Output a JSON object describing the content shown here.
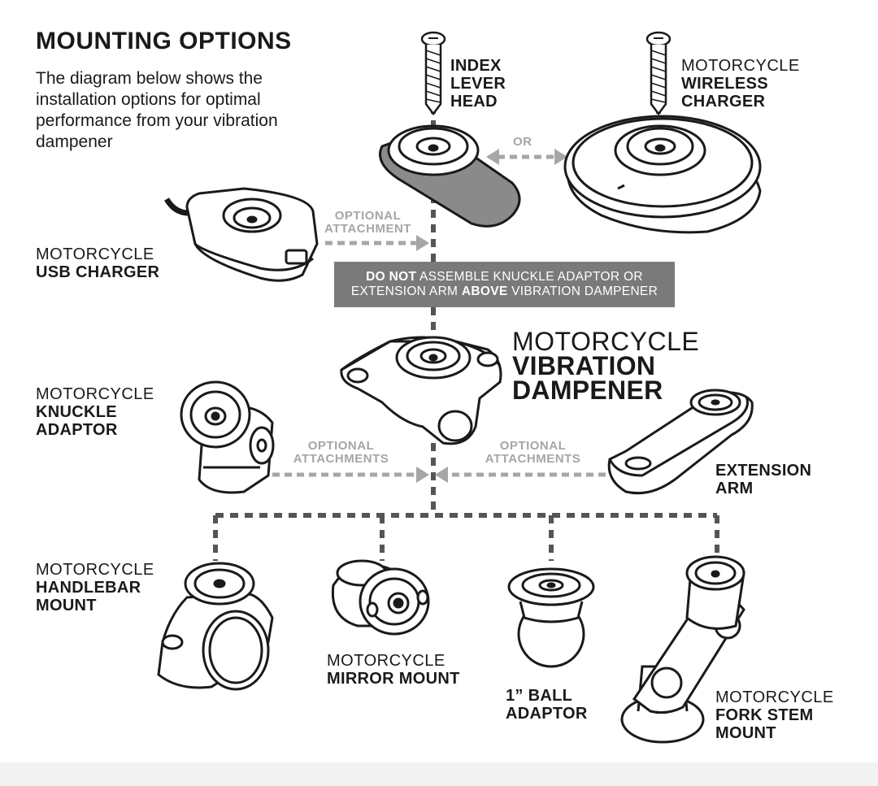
{
  "title": "MOUNTING OPTIONS",
  "intro": "The diagram below shows the installation options for optimal performance from your vibration dampener",
  "labels": {
    "index_lever_head": {
      "line1": "INDEX",
      "line2": "LEVER",
      "line3": "HEAD"
    },
    "wireless_charger": {
      "light": "MOTORCYCLE",
      "bold1": "WIRELESS",
      "bold2": "CHARGER"
    },
    "usb_charger": {
      "light": "MOTORCYCLE",
      "bold": "USB CHARGER"
    },
    "vibration_dampener": {
      "light": "MOTORCYCLE",
      "bold1": "VIBRATION",
      "bold2": "DAMPENER"
    },
    "knuckle_adaptor": {
      "light": "MOTORCYCLE",
      "bold1": "KNUCKLE",
      "bold2": "ADAPTOR"
    },
    "extension_arm": {
      "bold1": "EXTENSION",
      "bold2": "ARM"
    },
    "handlebar_mount": {
      "light": "MOTORCYCLE",
      "bold1": "HANDLEBAR",
      "bold2": "MOUNT"
    },
    "mirror_mount": {
      "light": "MOTORCYCLE",
      "bold": "MIRROR MOUNT"
    },
    "ball_adaptor": {
      "bold1": "1” BALL",
      "bold2": "ADAPTOR"
    },
    "fork_stem_mount": {
      "light": "MOTORCYCLE",
      "bold1": "FORK STEM",
      "bold2": "MOUNT"
    }
  },
  "connectors": {
    "or": "OR",
    "optional_attachment": {
      "line1": "OPTIONAL",
      "line2": "ATTACHMENT"
    },
    "optional_attachments_left": {
      "line1": "OPTIONAL",
      "line2": "ATTACHMENTS"
    },
    "optional_attachments_right": {
      "line1": "OPTIONAL",
      "line2": "ATTACHMENTS"
    }
  },
  "warning": {
    "part1_bold": "DO NOT",
    "part1": " ASSEMBLE  KNUCKLE ADAPTOR OR",
    "part2": "EXTENSION ARM ",
    "part2_bold": "ABOVE",
    "part3": " VIBRATION DAMPENER"
  },
  "colors": {
    "ink": "#1a1a1a",
    "dash_dark": "#555555",
    "dash_light": "#a6a6a6",
    "warning_bg": "#7a7a7a",
    "lever_fill": "#8a8a8a"
  }
}
